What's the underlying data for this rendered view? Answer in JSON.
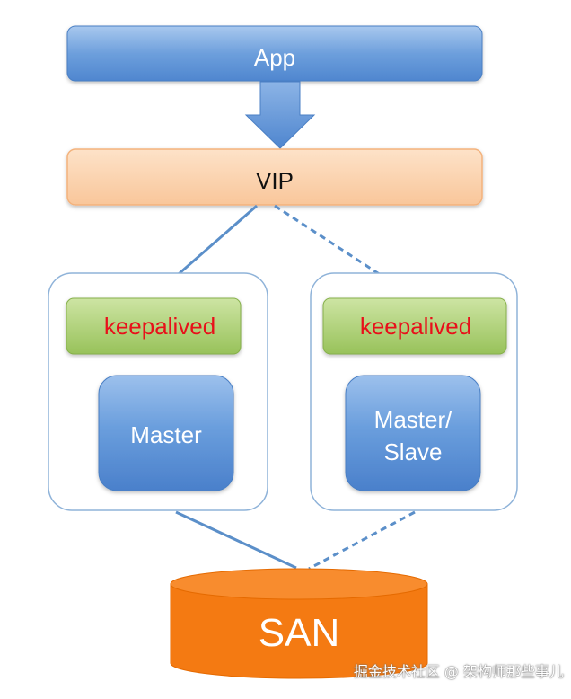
{
  "nodes": {
    "app": {
      "label": "App"
    },
    "vip": {
      "label": "VIP"
    },
    "left_server": {
      "keepalived_label": "keepalived",
      "db_label": "Master"
    },
    "right_server": {
      "keepalived_label": "keepalived",
      "db_label_line1": "Master/",
      "db_label_line2": "Slave"
    },
    "san": {
      "label": "SAN"
    }
  },
  "watermark": "掘金技术社区 @ 架构师那些事儿",
  "colors": {
    "blue_box": "#5b93d6",
    "vip_box": "#fbd0a8",
    "keepalived_box": "#a7cc6a",
    "keepalived_text": "#e8101a",
    "server_border": "#8fb3d9",
    "connector": "#5b8fc9",
    "san": "#f57a12"
  }
}
